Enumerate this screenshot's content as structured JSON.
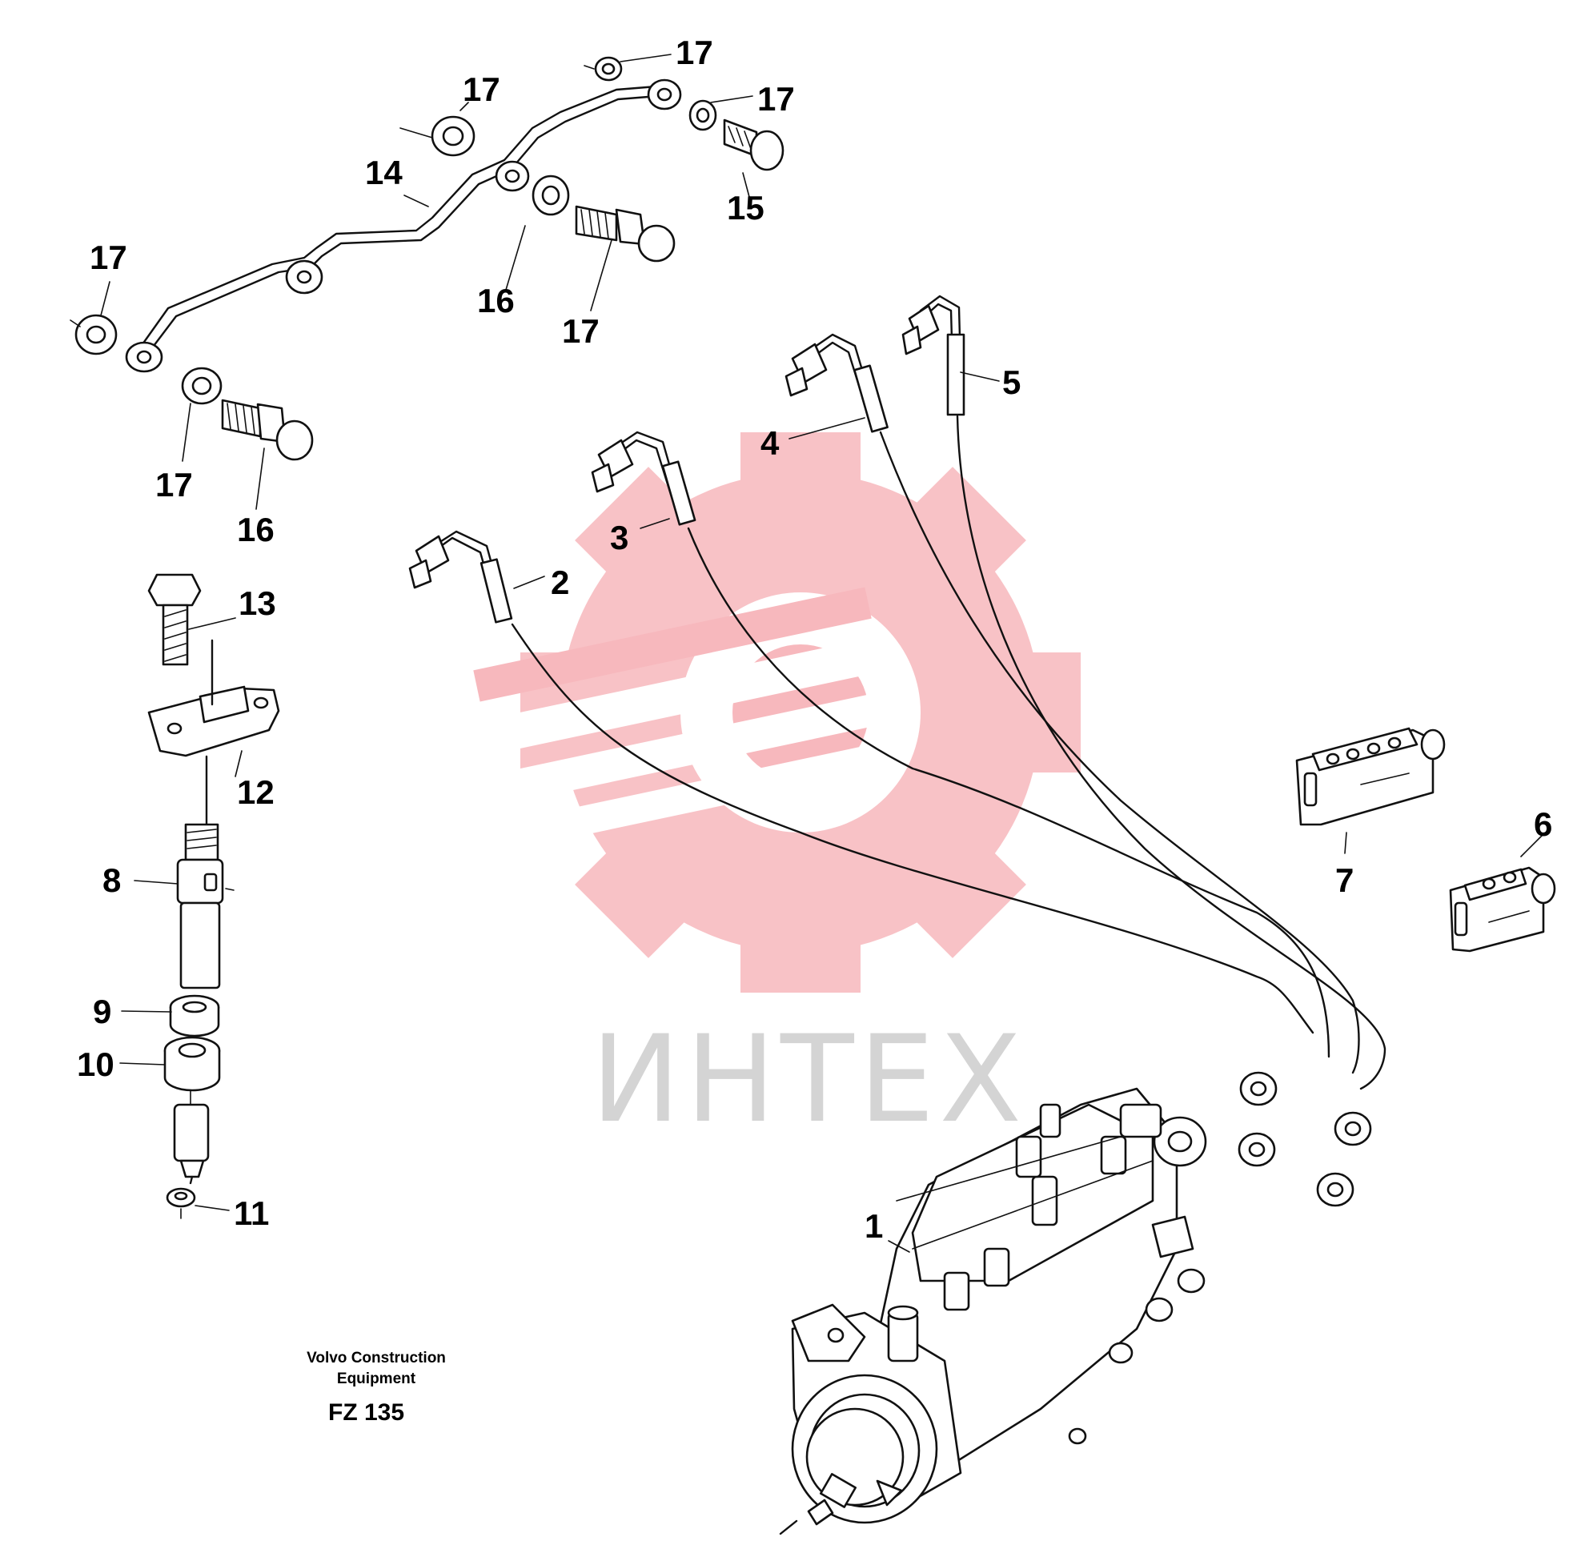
{
  "watermark": {
    "text": "ИНТЕХ",
    "color": "#f7b8bd"
  },
  "caption": {
    "line1": "Volvo Construction",
    "line2": "Equipment",
    "code": "FZ 135"
  },
  "callouts": [
    {
      "id": "c17a",
      "text": "17"
    },
    {
      "id": "c17b",
      "text": "17"
    },
    {
      "id": "c17c",
      "text": "17"
    },
    {
      "id": "c14",
      "text": "14"
    },
    {
      "id": "c15",
      "text": "15"
    },
    {
      "id": "c17d",
      "text": "17"
    },
    {
      "id": "c16a",
      "text": "16"
    },
    {
      "id": "c17e",
      "text": "17"
    },
    {
      "id": "c17f",
      "text": "17"
    },
    {
      "id": "c16b",
      "text": "16"
    },
    {
      "id": "c13",
      "text": "13"
    },
    {
      "id": "c12",
      "text": "12"
    },
    {
      "id": "c8",
      "text": "8"
    },
    {
      "id": "c9",
      "text": "9"
    },
    {
      "id": "c10",
      "text": "10"
    },
    {
      "id": "c11",
      "text": "11"
    },
    {
      "id": "c5",
      "text": "5"
    },
    {
      "id": "c4",
      "text": "4"
    },
    {
      "id": "c3",
      "text": "3"
    },
    {
      "id": "c2",
      "text": "2"
    },
    {
      "id": "c7",
      "text": "7"
    },
    {
      "id": "c6",
      "text": "6"
    },
    {
      "id": "c1",
      "text": "1"
    }
  ]
}
